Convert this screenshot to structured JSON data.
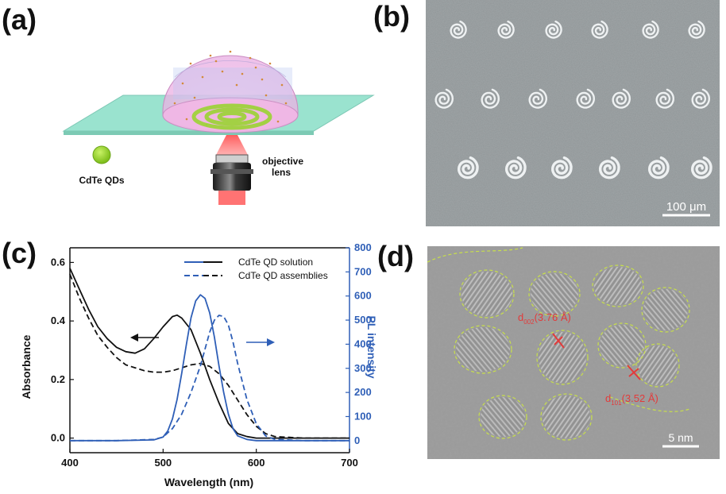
{
  "panel_labels": {
    "a": "(a)",
    "b": "(b)",
    "c": "(c)",
    "d": "(d)"
  },
  "panel_a": {
    "qd_label": "CdTe QDs",
    "lens_label_line1": "objective",
    "lens_label_line2": "lens"
  },
  "panel_b": {
    "scale_bar": "100 μm"
  },
  "panel_d": {
    "scale_bar": "5 nm",
    "d1_prefix": "d",
    "d1_sub": "002",
    "d1_value": "(3.76 Å)",
    "d2_prefix": "d",
    "d2_sub": "101",
    "d2_value": "(3.52 Å)"
  },
  "colors": {
    "absorbance_axis": "#111111",
    "pl_axis": "#2f5fb7",
    "arrow_red": "#e23b3b",
    "lattice_outline": "#c8e04a"
  },
  "chart_data": {
    "type": "line",
    "xlabel": "Wavelength (nm)",
    "ylabel_left": "Absorbance",
    "ylabel_right": "PL intensity",
    "xlim": [
      400,
      700
    ],
    "ylim_left": [
      -0.05,
      0.65
    ],
    "ylim_right": [
      -50,
      800
    ],
    "x_ticks": [
      400,
      500,
      600,
      700
    ],
    "y_ticks_left": [
      0.0,
      0.2,
      0.4,
      0.6
    ],
    "y_ticks_right": [
      0,
      100,
      200,
      300,
      400,
      500,
      600,
      700,
      800
    ],
    "legend": [
      "CdTe QD solution",
      "CdTe QD assemblies"
    ],
    "legend_placement": "top-right",
    "series": [
      {
        "name": "CdTe QD solution",
        "axis": "left",
        "style": "solid",
        "color": "#111111",
        "x": [
          400,
          410,
          420,
          430,
          440,
          450,
          460,
          470,
          480,
          490,
          500,
          510,
          515,
          520,
          530,
          540,
          550,
          560,
          570,
          580,
          590,
          600,
          650,
          700
        ],
        "y": [
          0.58,
          0.51,
          0.44,
          0.38,
          0.34,
          0.31,
          0.295,
          0.29,
          0.305,
          0.34,
          0.38,
          0.415,
          0.42,
          0.41,
          0.37,
          0.29,
          0.2,
          0.12,
          0.05,
          0.015,
          0.005,
          0.0,
          0.0,
          0.0
        ]
      },
      {
        "name": "CdTe QD assemblies",
        "axis": "left",
        "style": "dashed",
        "color": "#111111",
        "x": [
          400,
          410,
          420,
          430,
          440,
          450,
          460,
          470,
          480,
          490,
          500,
          510,
          520,
          530,
          540,
          550,
          560,
          570,
          580,
          590,
          600,
          610,
          620,
          650,
          700
        ],
        "y": [
          0.56,
          0.48,
          0.41,
          0.35,
          0.31,
          0.275,
          0.25,
          0.24,
          0.23,
          0.225,
          0.225,
          0.23,
          0.24,
          0.25,
          0.255,
          0.245,
          0.22,
          0.18,
          0.13,
          0.08,
          0.04,
          0.015,
          0.005,
          0.0,
          0.0
        ]
      },
      {
        "name": "CdTe QD solution",
        "axis": "right",
        "style": "solid",
        "color": "#2f5fb7",
        "x": [
          400,
          450,
          490,
          500,
          505,
          510,
          515,
          520,
          525,
          530,
          535,
          540,
          545,
          550,
          555,
          560,
          565,
          570,
          575,
          580,
          590,
          600,
          650,
          700
        ],
        "y": [
          0,
          0,
          3,
          15,
          40,
          90,
          170,
          280,
          400,
          510,
          580,
          605,
          590,
          530,
          430,
          310,
          200,
          110,
          50,
          20,
          5,
          0,
          0,
          0
        ]
      },
      {
        "name": "CdTe QD assemblies",
        "axis": "right",
        "style": "dashed",
        "color": "#2f5fb7",
        "x": [
          400,
          450,
          490,
          500,
          510,
          520,
          530,
          540,
          545,
          550,
          555,
          560,
          565,
          570,
          575,
          580,
          590,
          600,
          610,
          620,
          650,
          700
        ],
        "y": [
          0,
          0,
          5,
          15,
          50,
          110,
          200,
          310,
          380,
          450,
          500,
          520,
          515,
          480,
          410,
          320,
          170,
          70,
          20,
          5,
          0,
          0
        ]
      }
    ]
  }
}
